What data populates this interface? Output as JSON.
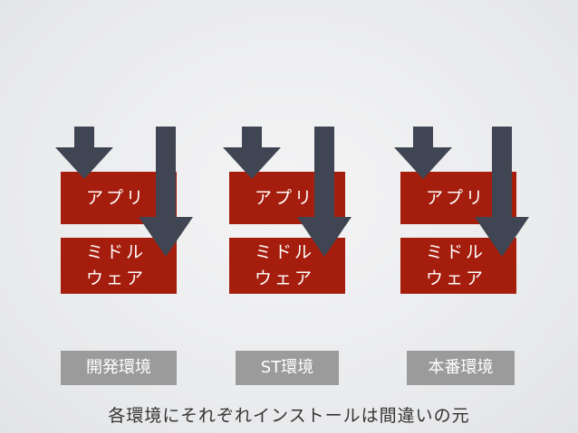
{
  "columns": [
    {
      "app_label": "アプリ",
      "middleware_line1": "ミドル",
      "middleware_line2": "ウェア",
      "env_label": "開発環境"
    },
    {
      "app_label": "アプリ",
      "middleware_line1": "ミドル",
      "middleware_line2": "ウェア",
      "env_label": "ST環境"
    },
    {
      "app_label": "アプリ",
      "middleware_line1": "ミドル",
      "middleware_line2": "ウェア",
      "env_label": "本番環境"
    }
  ],
  "caption": "各環境にそれぞれインストールは間違いの元",
  "colors": {
    "box": "#a51d0d",
    "arrow": "#3f4552",
    "label_bg": "#9b9b9b",
    "caption_text": "#333333"
  }
}
